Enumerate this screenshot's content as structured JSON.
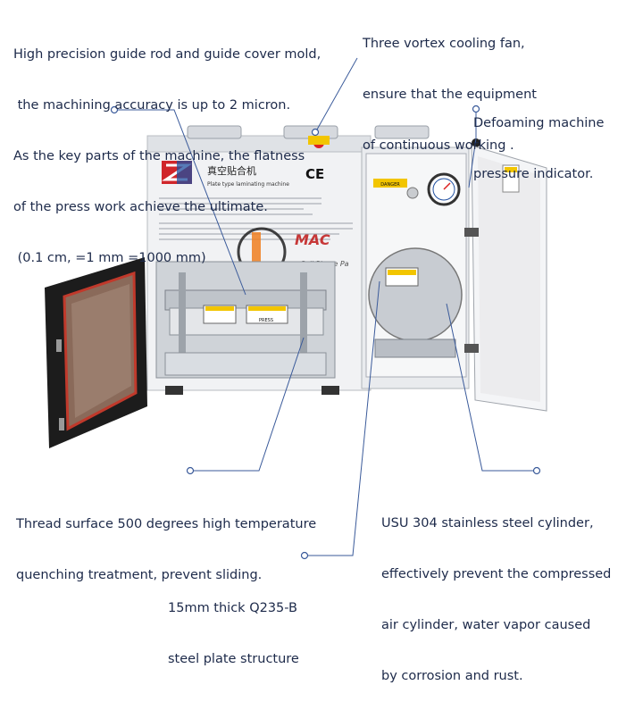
{
  "callouts": {
    "guide_rod": [
      "High precision guide rod and guide cover mold,",
      " the machining accuracy is up to 2 micron.",
      "As the key parts of the machine, the flatness",
      "of the press work achieve the ultimate.",
      " (0.1 cm, =1 mm =1000 mm)"
    ],
    "cooling_fan": [
      "Three vortex cooling fan,",
      "ensure that the equipment",
      "of continuous working ."
    ],
    "defoaming": [
      "Defoaming machine",
      "pressure indicator."
    ],
    "thread_surface": [
      "Thread surface 500 degrees high temperature",
      "quenching treatment, prevent sliding."
    ],
    "cylinder": [
      "USU 304 stainless steel cylinder,",
      "effectively prevent the compressed",
      "air cylinder, water vapor caused",
      "by corrosion and rust."
    ],
    "steel_plate": [
      "15mm thick Q235-B",
      "steel plate structure"
    ]
  },
  "machine": {
    "chinese_title": "真空贴合机",
    "english_title": "Plate type laminating machine",
    "ce_mark": "CE",
    "panel_danger": "DANGER",
    "press_label": "PRESS",
    "watermark_brand": "MAC",
    "watermark_sub": "Cell Phone Pa"
  },
  "colors": {
    "text": "#1d2a4a",
    "leader": "#3a5a9a",
    "machine_body": "#eef0f2",
    "door_frame": "#1c1c1c",
    "door_seal": "#c0392b",
    "logo_red": "#d0262b",
    "logo_blue": "#1f4fa0",
    "warning_yellow": "#f2c500"
  }
}
